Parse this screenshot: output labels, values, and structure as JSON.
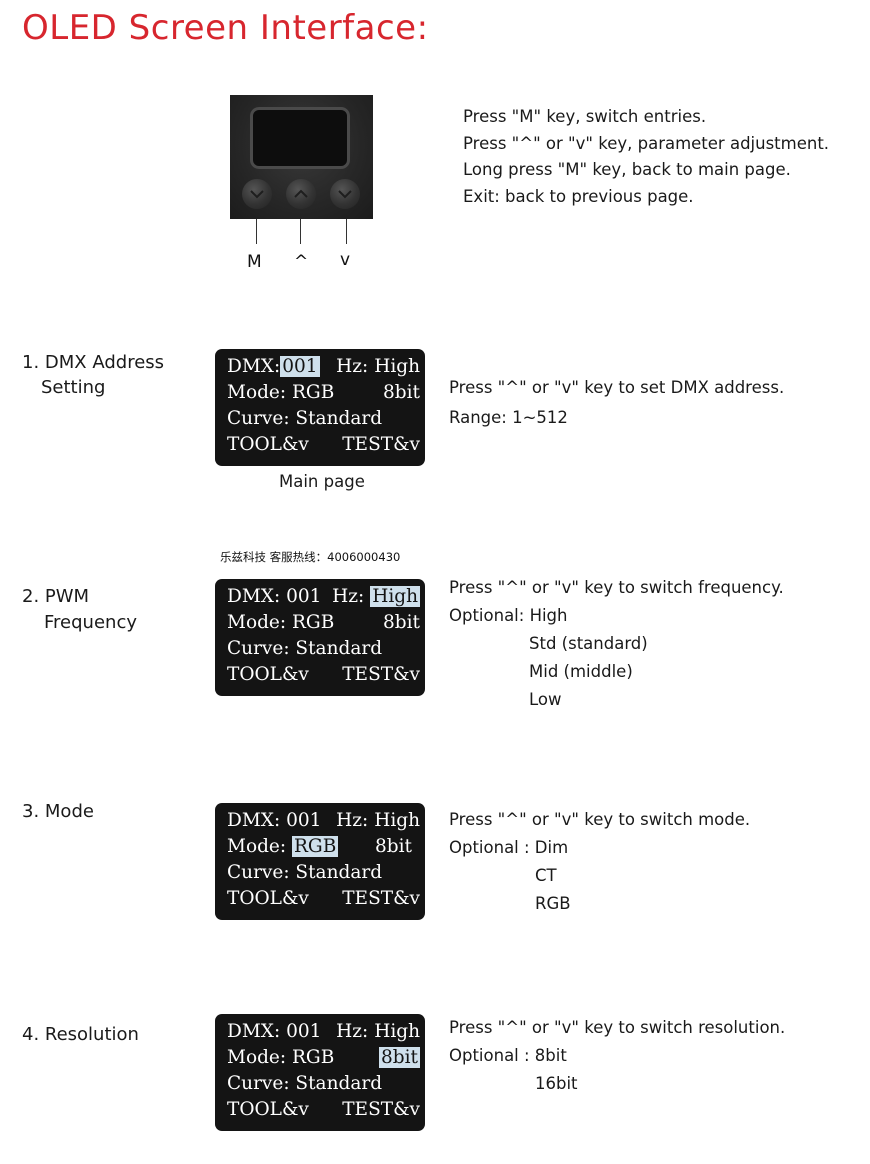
{
  "title": "OLED Screen Interface:",
  "device": {
    "keys": [
      "M",
      "^",
      "v"
    ],
    "instructions": [
      "Press \"M\" key,  switch entries.",
      "Press \"^\" or \"v\" key,  parameter adjustment.",
      "Long press \"M\" key, back to main page.",
      "Exit: back to previous page."
    ]
  },
  "screen": {
    "dmx_label": "DMX:",
    "dmx_value": "001",
    "hz_label": "Hz:",
    "hz_value": "High",
    "mode_label": "Mode:",
    "mode_value": "RGB",
    "bit_value": "8bit",
    "curve": "Curve: Standard",
    "tool": "TOOL&v",
    "test": "TEST&v"
  },
  "main_page_caption": "Main page",
  "note": "乐兹科技 客服热线：4006000430",
  "sections": [
    {
      "label_lines": [
        "1. DMX Address",
        "Setting"
      ],
      "desc_lines": [
        "Press \"^\" or \"v\" key to set DMX address.",
        "Range: 1~512"
      ]
    },
    {
      "label_lines": [
        "2. PWM",
        "Frequency"
      ],
      "desc_lines": [
        "Press \"^\" or \"v\" key to switch frequency.",
        "Optional: High",
        "Std (standard)",
        "Mid (middle)",
        "Low"
      ]
    },
    {
      "label_lines": [
        "3. Mode"
      ],
      "desc_lines": [
        "Press \"^\" or \"v\" key to switch mode.",
        "Optional : Dim",
        "CT",
        "RGB"
      ]
    },
    {
      "label_lines": [
        "4. Resolution"
      ],
      "desc_lines": [
        "Press \"^\" or \"v\" key to switch resolution.",
        "Optional : 8bit",
        "16bit"
      ]
    }
  ]
}
